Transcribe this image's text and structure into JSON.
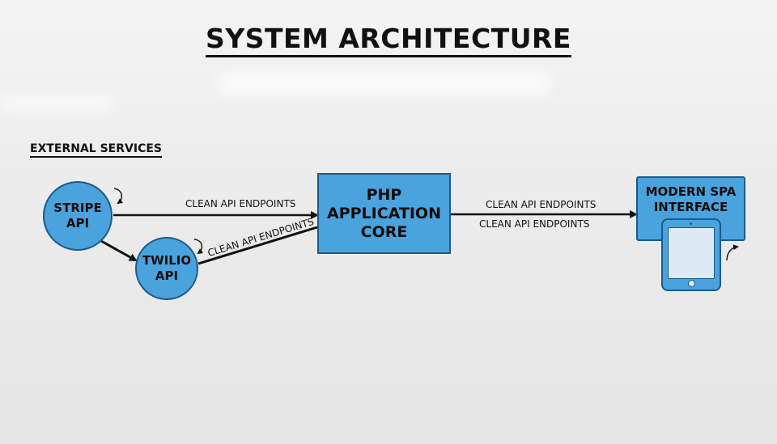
{
  "title": "SYSTEM ARCHITECTURE",
  "section_label": "EXTERNAL SERVICES",
  "nodes": {
    "stripe": {
      "line1": "STRIPE",
      "line2": "API"
    },
    "twilio": {
      "line1": "TWILIO",
      "line2": "API"
    },
    "php": {
      "line1": "PHP",
      "line2": "APPLICATION",
      "line3": "CORE"
    },
    "spa": {
      "line1": "MODERN SPA",
      "line2": "INTERFACE"
    }
  },
  "edges": {
    "stripe_to_php": "CLEAN API ENDPOINTS",
    "twilio_to_php": "CLEAN API ENDPOINTS",
    "php_to_spa_top": "CLEAN API ENDPOINTS",
    "php_to_spa_bottom": "CLEAN API ENDPOINTS"
  },
  "colors": {
    "node_fill": "#4aa3dc",
    "node_border": "#1a5a8e",
    "arrow": "#111111"
  },
  "icons": {
    "device": "tablet-icon",
    "loop": "refresh-arrow-icon"
  }
}
